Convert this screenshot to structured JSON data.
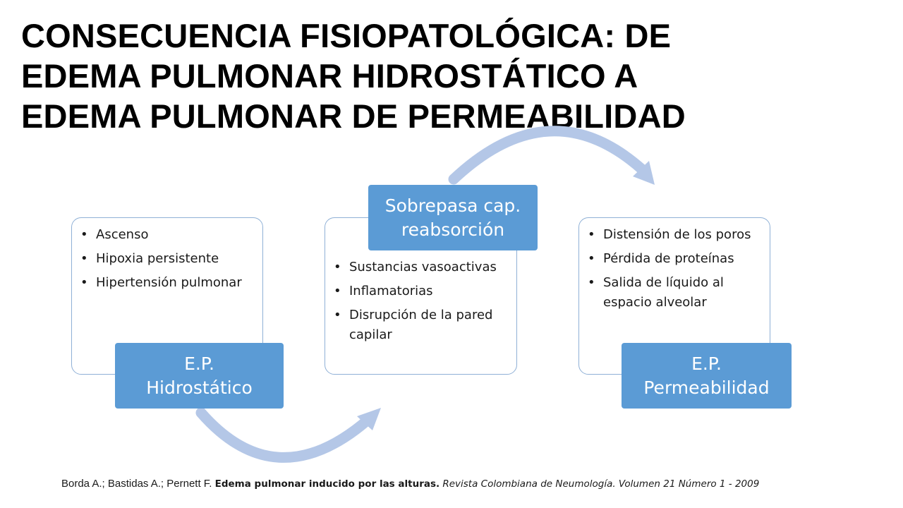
{
  "title": {
    "lines": [
      "CONSECUENCIA FISIOPATOLÓGICA: DE",
      "EDEMA PULMONAR HIDROSTÁTICO A",
      "EDEMA PULMONAR DE PERMEABILIDAD"
    ]
  },
  "stages": [
    {
      "label_lines": [
        "E.P.",
        "Hidrostático"
      ],
      "bullets": [
        "Ascenso",
        "Hipoxia persistente",
        "Hipertensión pulmonar"
      ]
    },
    {
      "label_lines": [
        "Sobrepasa cap.",
        "reabsorción"
      ],
      "bullets": [
        "Sustancias vasoactivas",
        "Inflamatorias",
        "Disrupción de la pared capilar"
      ]
    },
    {
      "label_lines": [
        "E.P.",
        "Permeabilidad"
      ],
      "bullets": [
        "Distensión de los poros",
        "Pérdida de proteínas",
        "Salida de líquido al espacio alveolar"
      ]
    }
  ],
  "citation": {
    "authors": "Borda A.; Bastidas A.; Pernett F.",
    "article": "Edema pulmonar inducido por las alturas.",
    "journal": "Revista Colombiana de Neumología. Volumen 21 Número 1 - 2009"
  },
  "colors": {
    "label_fill": "#5b9bd5",
    "box_border": "#8fb0d6",
    "arrow": "#b4c7e7"
  }
}
